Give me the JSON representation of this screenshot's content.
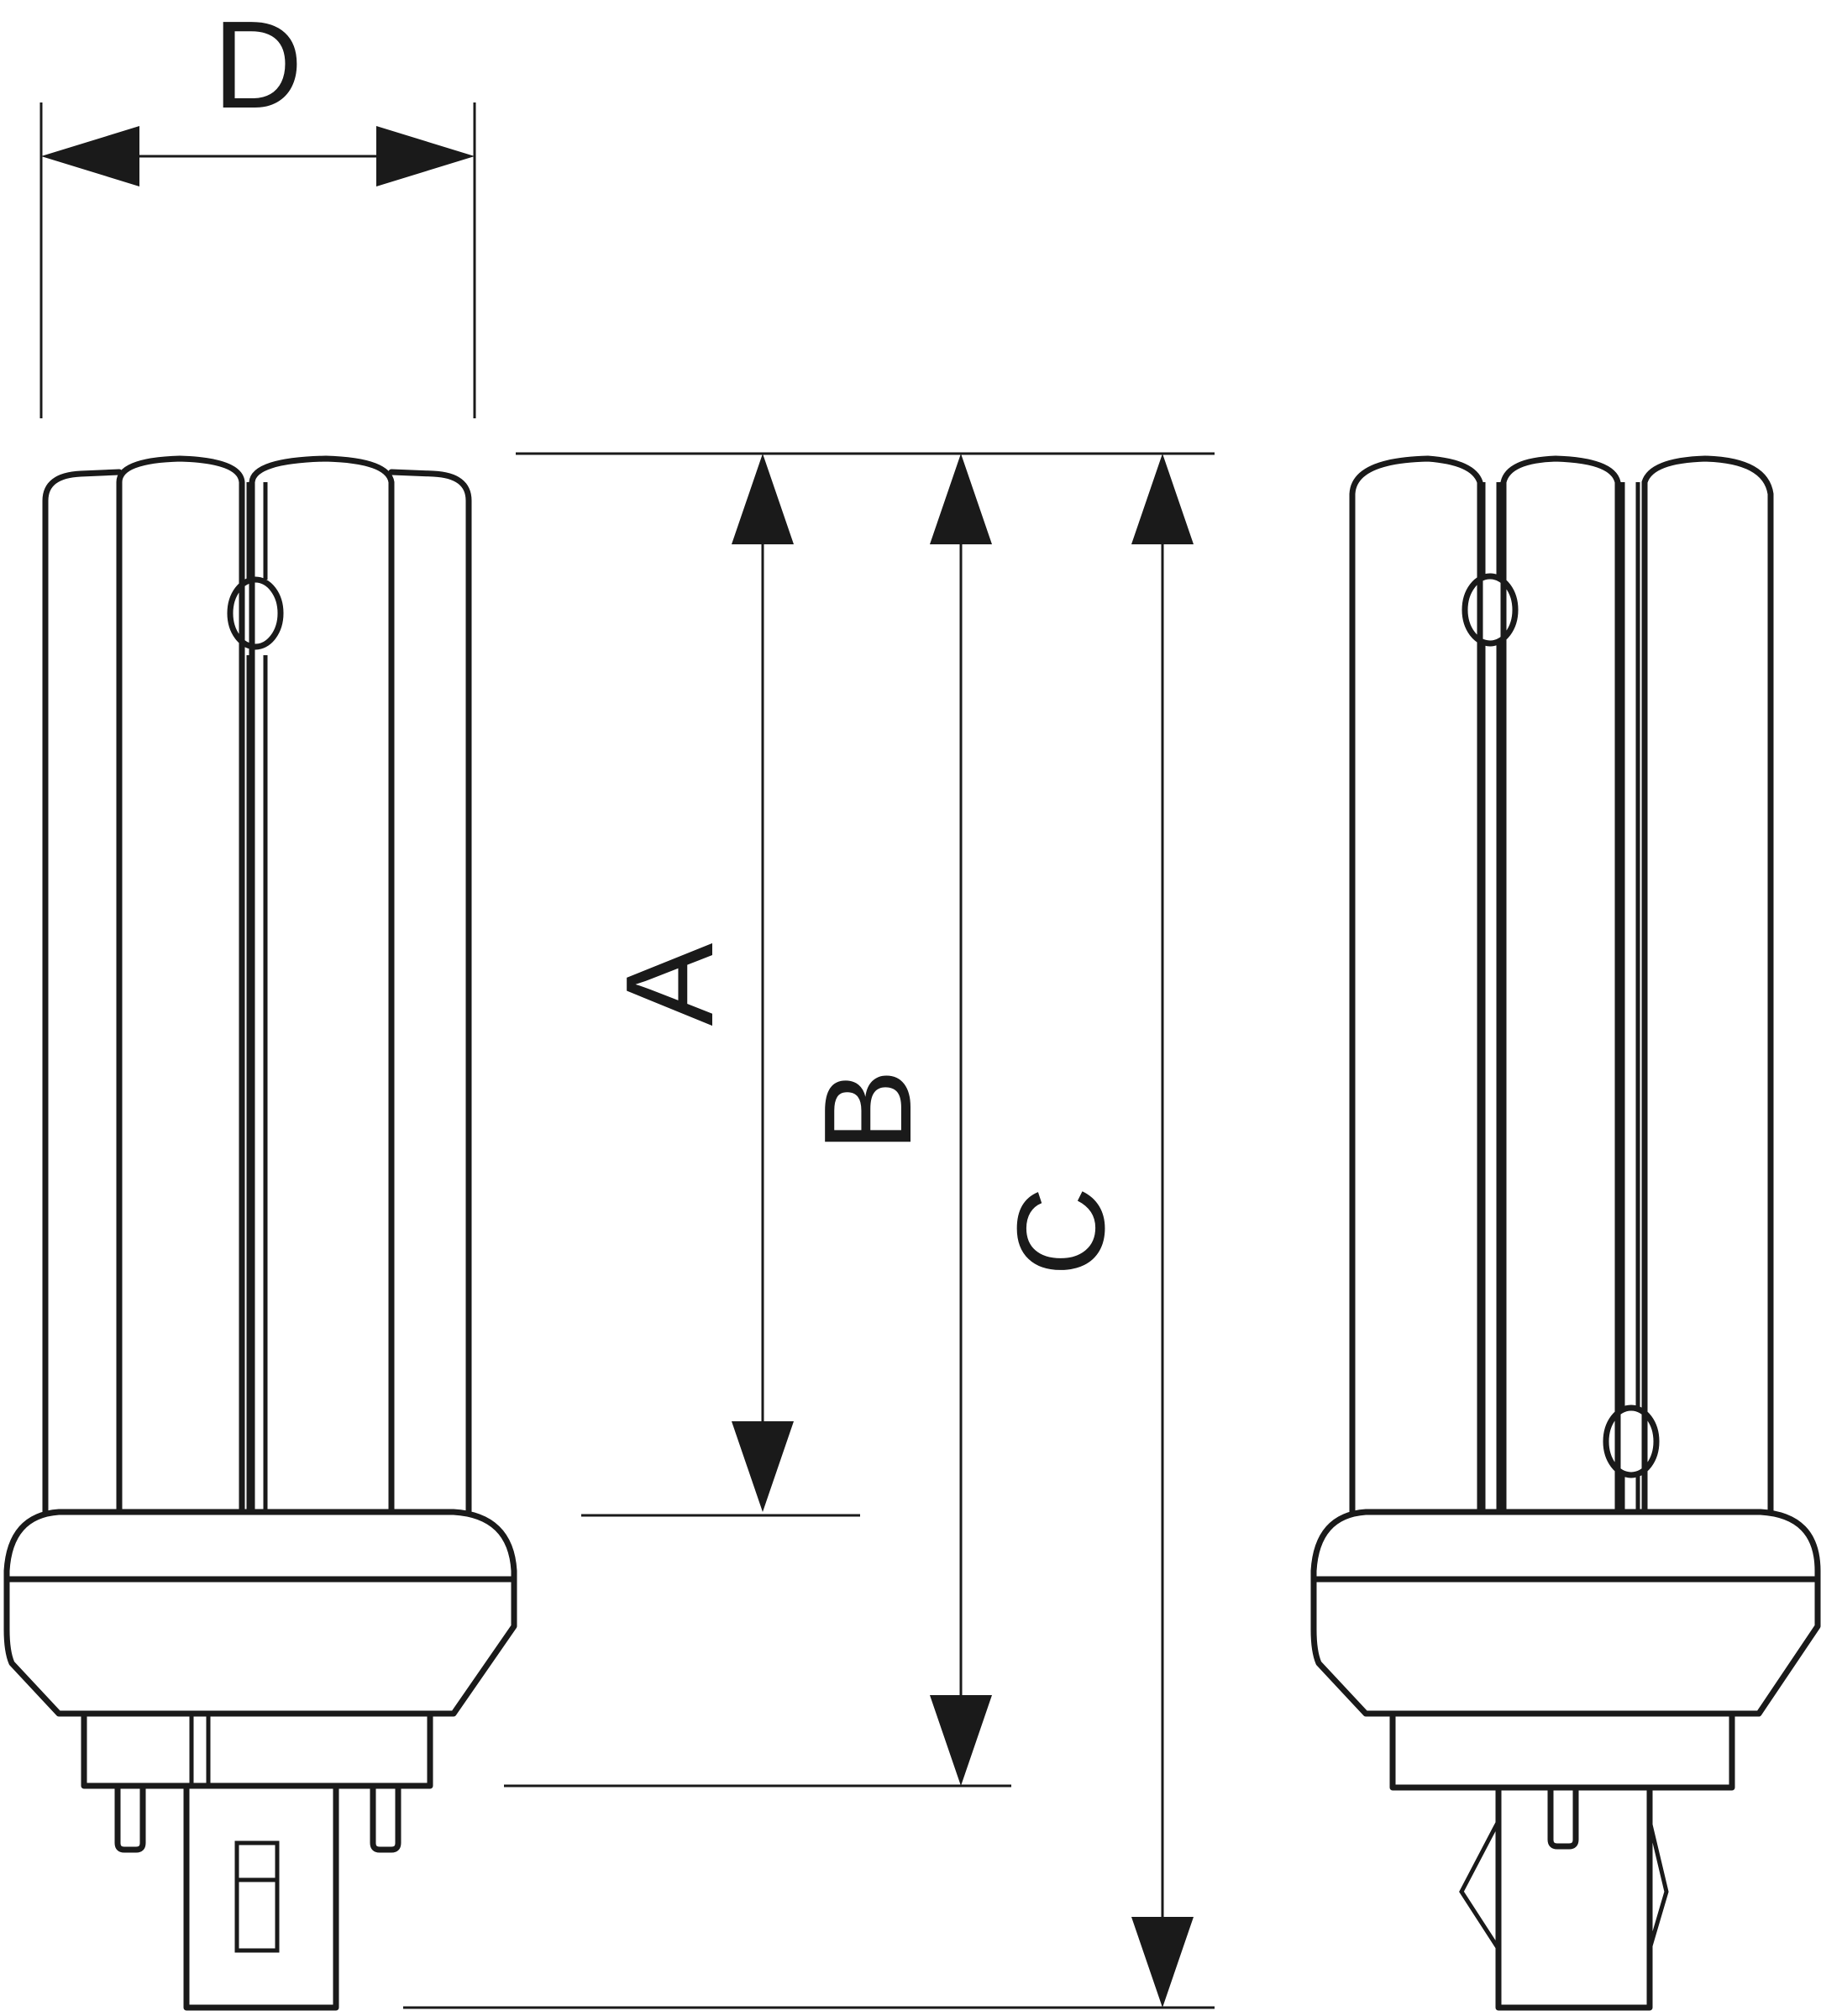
{
  "diagram": {
    "labels": {
      "d": "D",
      "a": "A",
      "b": "B",
      "c": "C"
    },
    "colors": {
      "line": "#1a1a1a",
      "background": "#ffffff"
    }
  }
}
